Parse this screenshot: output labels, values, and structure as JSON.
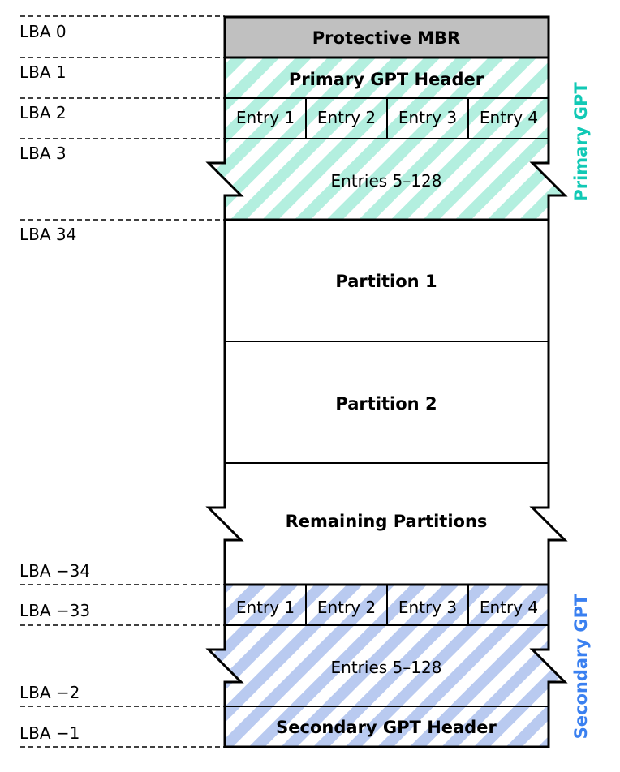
{
  "lba_labels": {
    "lba_0": "LBA 0",
    "lba_1": "LBA 1",
    "lba_2": "LBA 2",
    "lba_3": "LBA 3",
    "lba_34": "LBA 34",
    "lba_neg34": "LBA −34",
    "lba_neg33": "LBA −33",
    "lba_neg2": "LBA −2",
    "lba_neg1": "LBA −1"
  },
  "blocks": {
    "protective_mbr": "Protective MBR",
    "primary_header": "Primary GPT Header",
    "primary_entries": [
      "Entry 1",
      "Entry 2",
      "Entry 3",
      "Entry 4"
    ],
    "primary_entries_rest": "Entries 5–128",
    "partition_1": "Partition 1",
    "partition_2": "Partition 2",
    "remaining": "Remaining Partitions",
    "secondary_entries": [
      "Entry 1",
      "Entry 2",
      "Entry 3",
      "Entry 4"
    ],
    "secondary_entries_rest": "Entries 5–128",
    "secondary_header": "Secondary GPT Header"
  },
  "side_labels": {
    "primary": "Primary GPT",
    "secondary": "Secondary GPT"
  },
  "colors": {
    "mbr_fill": "#c0c0c0",
    "primary_stripe": "#b3efdf",
    "secondary_stripe": "#b9caf0",
    "primary_label": "#11c9b5",
    "secondary_label": "#3a80f0"
  }
}
